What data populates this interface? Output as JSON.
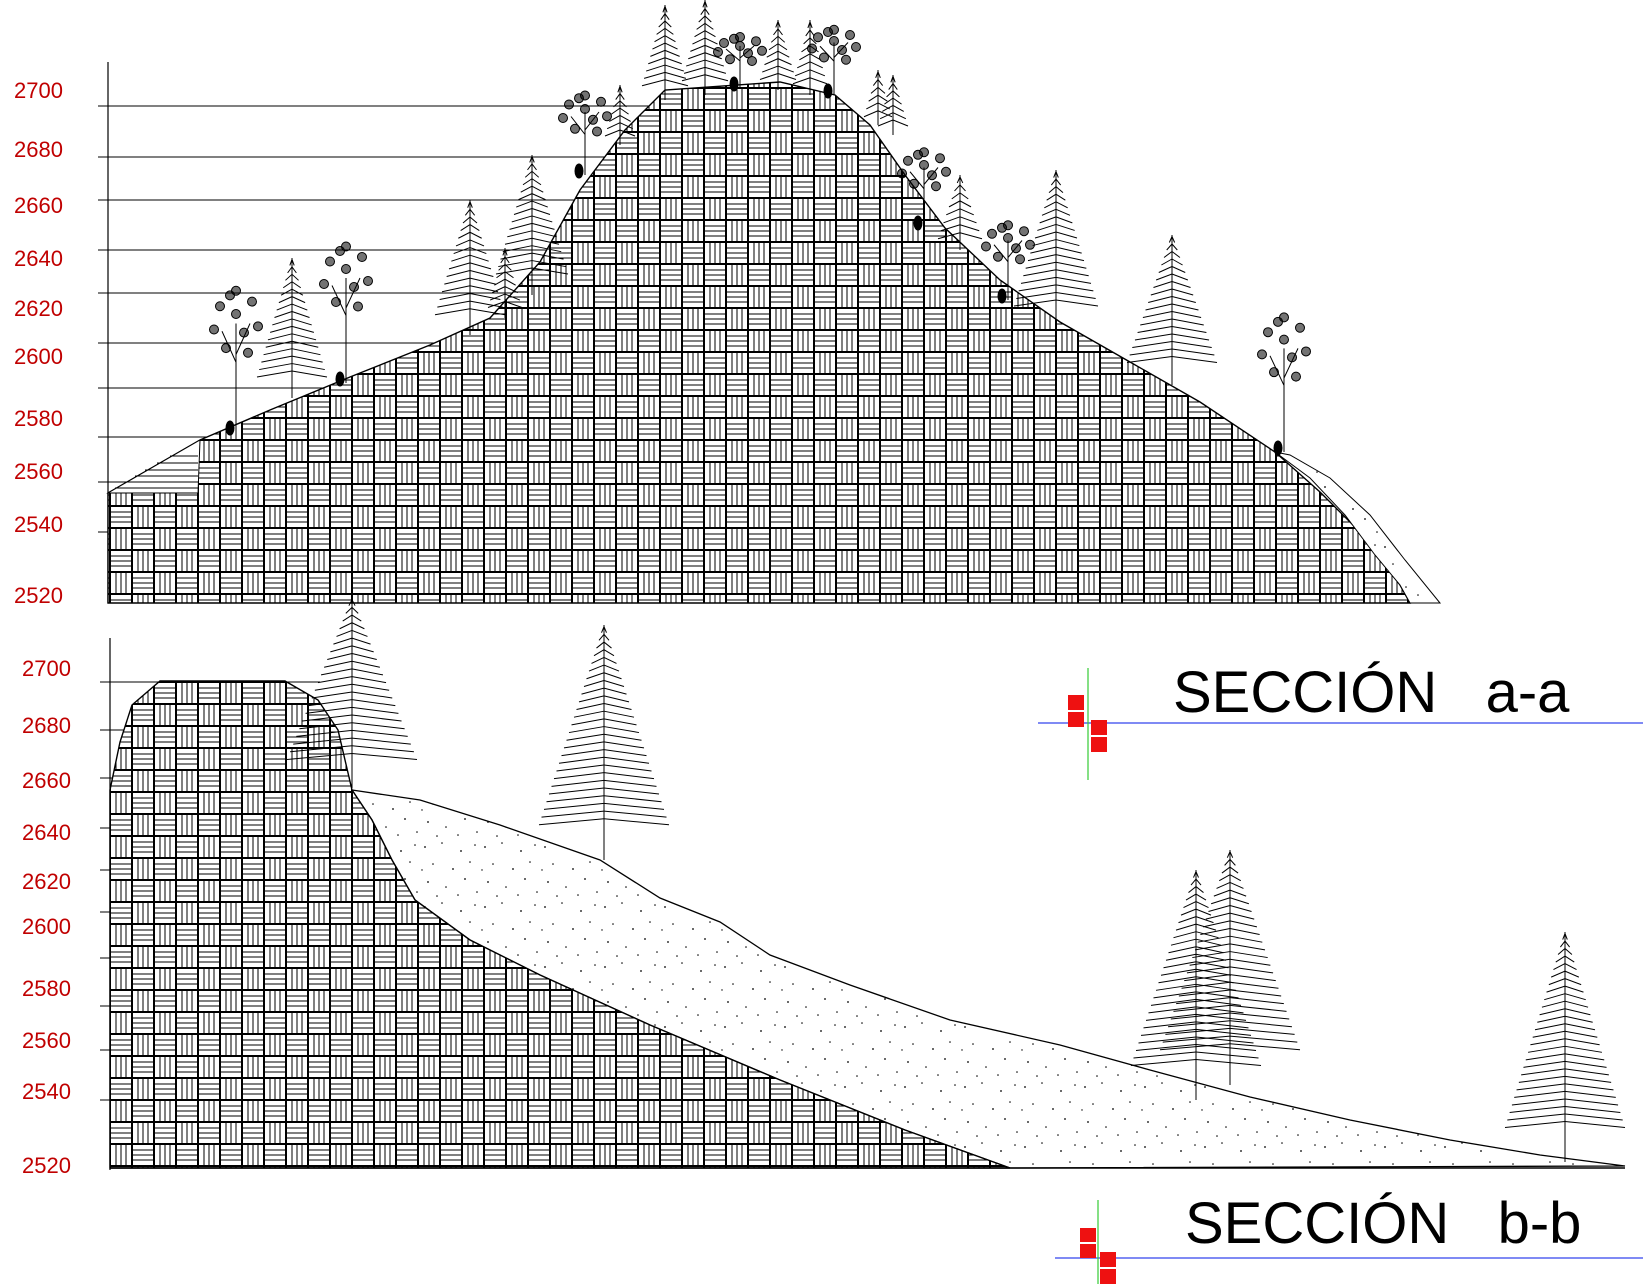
{
  "colors": {
    "elevation_text": "#c00000",
    "line": "#000000",
    "marker_red": "#ee1111",
    "marker_green": "#33cc33",
    "marker_blue": "#3344ee"
  },
  "section_a": {
    "title": "SECCIÓN   a-a",
    "elevations": [
      "2700",
      "2680",
      "2660",
      "2640",
      "2620",
      "2600",
      "2580",
      "2560",
      "2540",
      "2520"
    ]
  },
  "section_b": {
    "title": "SECCIÓN   b-b",
    "elevations": [
      "2700",
      "2680",
      "2660",
      "2640",
      "2620",
      "2600",
      "2580",
      "2560",
      "2540",
      "2520"
    ]
  },
  "legend": {
    "rock_hatch": "basket-weave rock pattern",
    "soil_stipple": "dotted soil pattern"
  }
}
